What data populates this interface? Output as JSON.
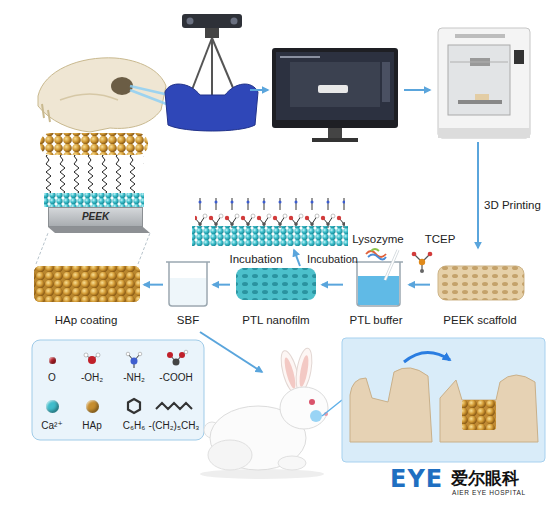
{
  "diagram": {
    "nodes": [
      {
        "text": [
          "PEEK"
        ]
      },
      {
        "text": [
          "HAp coating"
        ]
      },
      {
        "text": [
          "SBF"
        ]
      },
      {
        "text": [
          "PTL nanofilm"
        ]
      },
      {
        "text": [
          "PTL buffer"
        ]
      },
      {
        "text": [
          "PEEK scaffold"
        ]
      }
    ],
    "edges": [
      {
        "from": 5,
        "to": 4,
        "arrow": "to"
      },
      {
        "from": 4,
        "to": 3,
        "arrow": "to",
        "label": "Incubation"
      },
      {
        "from": 3,
        "to": 2,
        "arrow": "to"
      },
      {
        "from": 2,
        "to": 1,
        "arrow": "to"
      }
    ],
    "labels": [
      "3D Printing",
      "Lysozyme",
      "TCEP",
      "Incubation",
      "EYE",
      "爱尔眼科",
      "AIER EYE HOSPITAL"
    ],
    "legend": [
      {
        "text": "O",
        "color": "#c0202a"
      },
      {
        "text": "-OH₂"
      },
      {
        "text": "-NH₂"
      },
      {
        "text": "-COOH"
      },
      {
        "text": "Ca²⁺",
        "color": "#3fbccb"
      },
      {
        "text": "HAp",
        "color": "#c68d2e"
      },
      {
        "text": "C₆H₆"
      },
      {
        "text": "-(CH₂)₅CH₃"
      }
    ]
  }
}
